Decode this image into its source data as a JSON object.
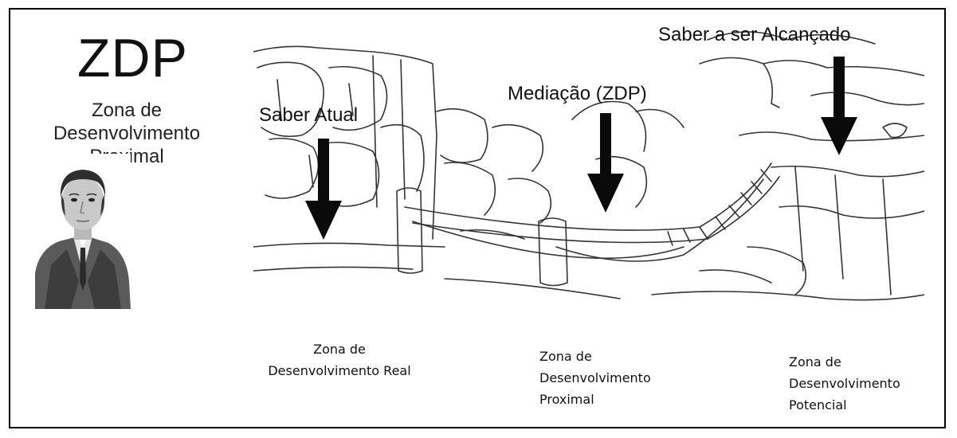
{
  "header": {
    "title": "ZDP",
    "subtitle_lines": [
      "Zona de",
      "Desenvolvimento",
      "Proximal"
    ]
  },
  "scene": {
    "labels": {
      "current": "Saber Atual",
      "mediation": "Mediação (ZDP)",
      "target": "Saber a ser Alcançado"
    }
  },
  "captions": {
    "real": [
      "Zona de",
      "Desenvolvimento Real"
    ],
    "proximal": [
      "Zona de",
      "Desenvolvimento",
      "Proximal"
    ],
    "potential": [
      "Zona de",
      "Desenvolvimento",
      "Potencial"
    ]
  },
  "icons": {
    "portrait": "portrait-icon",
    "arrow": "arrow-down-icon"
  }
}
